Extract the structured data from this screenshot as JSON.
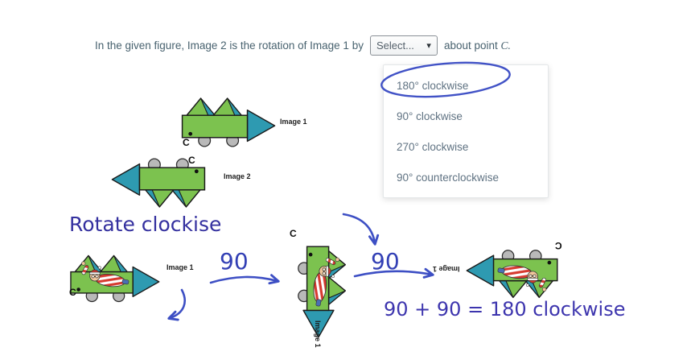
{
  "question": {
    "text_before": "In the given figure, Image 2 is the rotation of Image 1 by",
    "select_value": "Select...",
    "text_after": "about point",
    "point_ref": "C."
  },
  "icons": {
    "chevron_down": "▾"
  },
  "dropdown": {
    "options": [
      "180° clockwise",
      "90° clockwise",
      "270° clockwise",
      "90° counterclockwise"
    ],
    "circled_option": "180° clockwise"
  },
  "figure": {
    "image1_label": "Image 1",
    "image2_label": "Image 2",
    "point_label": "C"
  },
  "work": {
    "step1_label": "Image 1",
    "step2_label": "Image 1",
    "step3_label": "Image 1",
    "point_label": "C",
    "rotate_text": "Rotate clockise",
    "angle1": "90",
    "angle2": "90",
    "sum_text": "90 + 90 = 180 clockwise"
  },
  "colors": {
    "annotation_ink": "#3d4fc4",
    "handwriting_text": "#34309f",
    "wagon_green": "#7cc24f",
    "wagon_teal": "#2e9ab1",
    "question_text": "#48626f"
  }
}
